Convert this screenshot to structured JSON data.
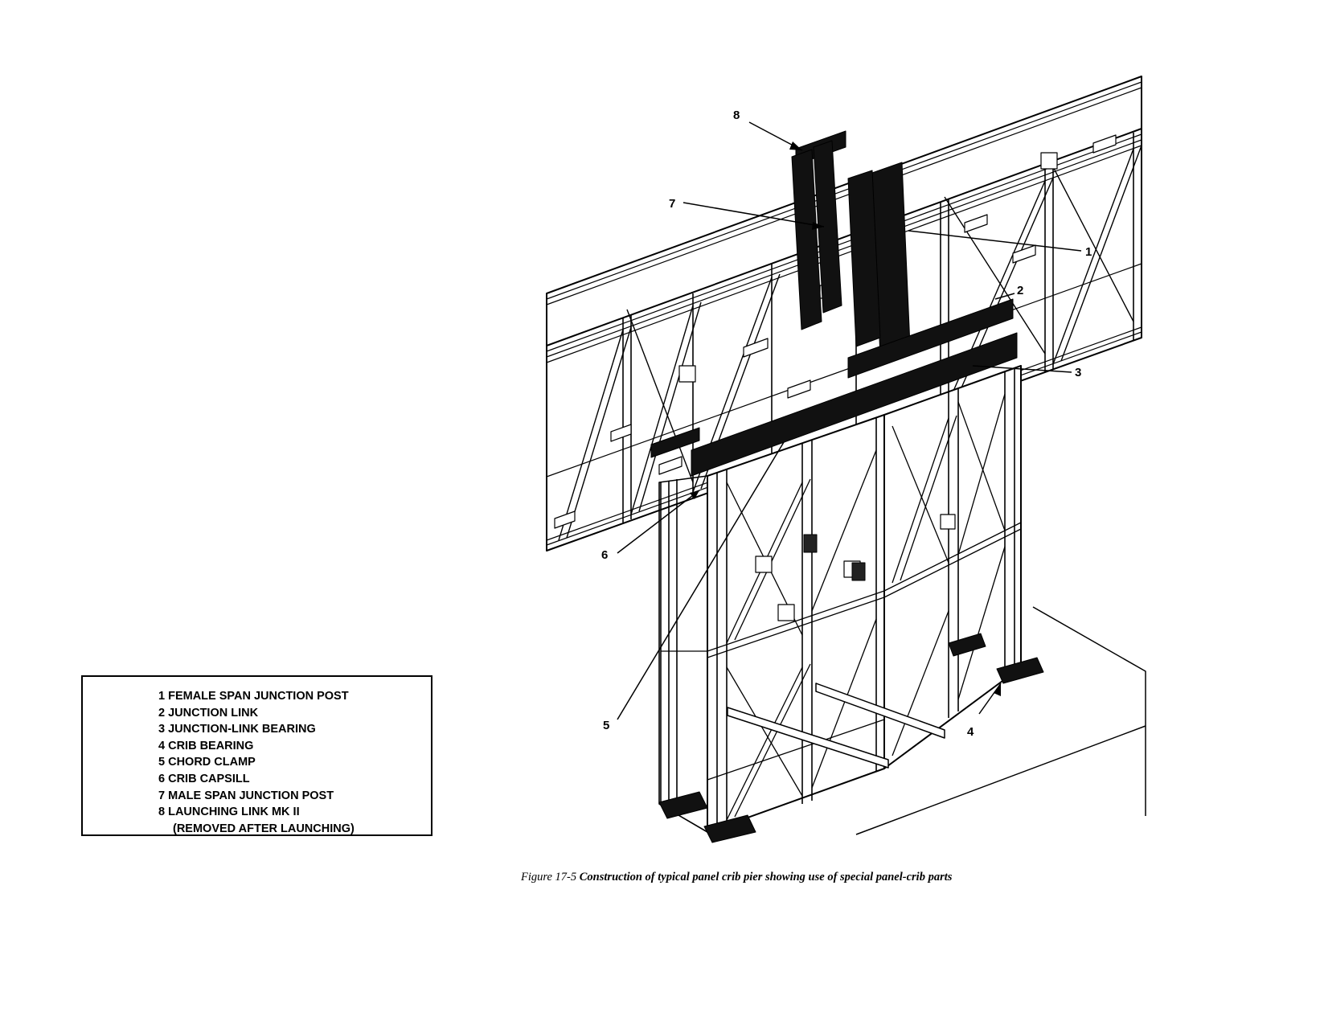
{
  "legend": {
    "items": [
      "1 FEMALE SPAN JUNCTION POST",
      "2 JUNCTION LINK",
      "3 JUNCTION-LINK BEARING",
      "4 CRIB BEARING",
      "5 CHORD CLAMP",
      "6 CRIB CAPSILL",
      "7 MALE SPAN JUNCTION POST",
      "8 LAUNCHING LINK MK II"
    ],
    "note": "(REMOVED AFTER LAUNCHING)"
  },
  "callouts": [
    "1",
    "2",
    "3",
    "4",
    "5",
    "6",
    "7",
    "8"
  ],
  "caption": {
    "figure_number": "Figure 17-5",
    "text": "Construction of typical panel crib pier showing use of special panel-crib parts"
  }
}
